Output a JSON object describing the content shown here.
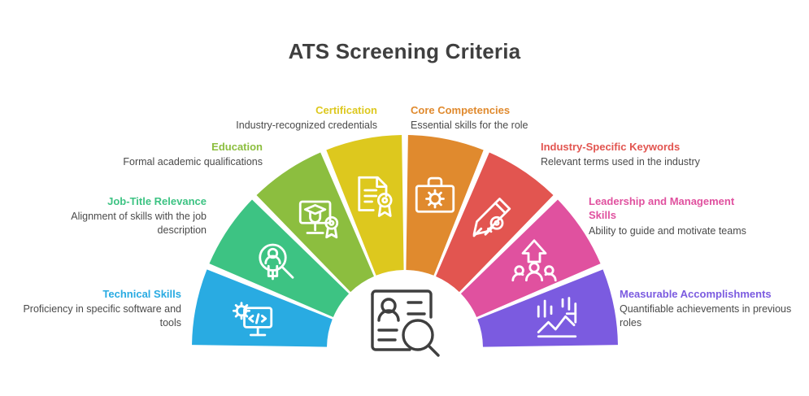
{
  "page": {
    "title": "ATS Screening Criteria",
    "background": "#ffffff",
    "title_color": "#3f3f3f"
  },
  "center": {
    "icon": "resume-magnifier-icon",
    "color": "#3f3f3f"
  },
  "chart_data": {
    "type": "pie",
    "title": "ATS Screening Criteria",
    "layout": "semi-circle-donut-8-segments",
    "categories": [
      "Technical Skills",
      "Job-Title Relevance",
      "Education",
      "Certification",
      "Core Competencies",
      "Industry-Specific Keywords",
      "Leadership and Management Skills",
      "Measurable Accomplishments"
    ],
    "values": [
      12.5,
      12.5,
      12.5,
      12.5,
      12.5,
      12.5,
      12.5,
      12.5
    ],
    "colors": [
      "#29abe2",
      "#3dc383",
      "#8cbe3f",
      "#ddc81e",
      "#e08a2e",
      "#e25550",
      "#e0519f",
      "#7b5be0"
    ]
  },
  "segments": [
    {
      "id": "technical-skills",
      "title": "Technical Skills",
      "desc": "Proficiency in specific software and tools",
      "color": "#29abe2",
      "icon": "monitor-gear-code-icon",
      "side": "left"
    },
    {
      "id": "job-title-relevance",
      "title": "Job-Title Relevance",
      "desc": "Alignment of skills with the job description",
      "color": "#3dc383",
      "icon": "person-magnifier-icon",
      "side": "left"
    },
    {
      "id": "education",
      "title": "Education",
      "desc": "Formal academic qualifications",
      "color": "#8cbe3f",
      "icon": "graduation-screen-medal-icon",
      "side": "left"
    },
    {
      "id": "certification",
      "title": "Certification",
      "desc": "Industry-recognized credentials",
      "color": "#ddc81e",
      "icon": "certificate-ribbon-icon",
      "side": "left"
    },
    {
      "id": "core-competencies",
      "title": "Core Competencies",
      "desc": "Essential skills for the role",
      "color": "#e08a2e",
      "icon": "briefcase-gear-icon",
      "side": "right"
    },
    {
      "id": "industry-specific-keywords",
      "title": "Industry-Specific Keywords",
      "desc": "Relevant terms used in the industry",
      "color": "#e25550",
      "icon": "pencil-key-icon",
      "side": "right"
    },
    {
      "id": "leadership-and-management-skills",
      "title": "Leadership and Management Skills",
      "desc": "Ability to guide and motivate teams",
      "color": "#e0519f",
      "icon": "team-arrow-up-icon",
      "side": "right"
    },
    {
      "id": "measurable-accomplishments",
      "title": "Measurable Accomplishments",
      "desc": "Quantifiable achievements in previous roles",
      "color": "#7b5be0",
      "icon": "growth-chart-arrow-icon",
      "side": "right"
    }
  ]
}
